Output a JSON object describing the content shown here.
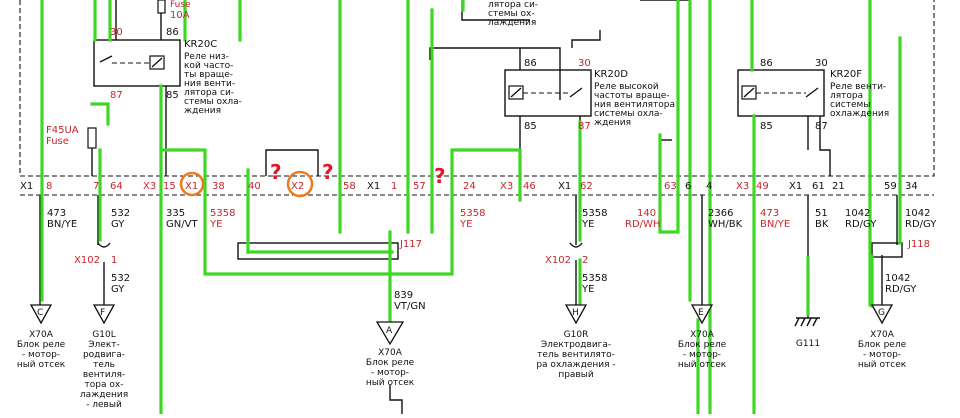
{
  "fuse_top": {
    "label": "Fuse",
    "rating": "10A"
  },
  "fuse_f45": {
    "id": "F45UA",
    "label": "Fuse"
  },
  "relay_c": {
    "pin_a": "30",
    "pin_b": "86",
    "pin_c": "87",
    "pin_d": "85",
    "id": "KR20C",
    "desc": [
      "Реле низ-",
      "кой часто-",
      "ты враще-",
      "ния венти-",
      "лятора си-",
      "стемы охла-",
      "ждения"
    ]
  },
  "relay_d": {
    "pin_a": "86",
    "pin_b": "30",
    "pin_c": "85",
    "pin_d": "87",
    "id": "KR20D",
    "desc": [
      "Реле высокой",
      "частоты враще-",
      "ния вентилятора",
      "системы охла-",
      "ждения"
    ]
  },
  "relay_f": {
    "pin_a": "86",
    "pin_b": "30",
    "pin_c": "85",
    "pin_d": "87",
    "id": "KR20F",
    "desc": [
      "Реле венти-",
      "лятора",
      "системы",
      "охлаждения"
    ]
  },
  "top_note": [
    "лятора си-",
    "стемы ох-",
    "лаждения"
  ],
  "connector_row": [
    "X1",
    "8",
    "7",
    "64",
    "X3",
    "15",
    "X1",
    "38",
    "40",
    "X2",
    "58",
    "X1",
    "1",
    "57",
    "24",
    "X3",
    "46",
    "X1",
    "62",
    "63",
    "6",
    "4",
    "X3",
    "49",
    "X1",
    "61",
    "21",
    "59",
    "34"
  ],
  "wires": [
    {
      "num": "473",
      "color": "BN/YE"
    },
    {
      "num": "532",
      "color": "GY"
    },
    {
      "num": "335",
      "color": "GN/VT"
    },
    {
      "num": "5358",
      "color": "YE"
    },
    {
      "num": "5358",
      "color": "YE"
    },
    {
      "num": "5358",
      "color": "YE"
    },
    {
      "num": "140",
      "color": "RD/WH"
    },
    {
      "num": "2366",
      "color": "WH/BK"
    },
    {
      "num": "473",
      "color": "BN/YE"
    },
    {
      "num": "51",
      "color": "BK"
    },
    {
      "num": "1042",
      "color": "RD/GY"
    },
    {
      "num": "1042",
      "color": "RD/GY"
    }
  ],
  "x102_left": {
    "id": "X102",
    "pin": "1",
    "wire_num": "532",
    "wire_color": "GY"
  },
  "x102_right": {
    "id": "X102",
    "pin": "2",
    "wire_num": "5358",
    "wire_color": "YE"
  },
  "splices": {
    "j117": "J117",
    "j118": "J118"
  },
  "wire_839": {
    "num": "839",
    "color": "VT/GN"
  },
  "wire_1042_low": {
    "num": "1042",
    "color": "RD/GY"
  },
  "question_mark": "?",
  "markers": {
    "C": "C",
    "F": "F",
    "A": "A",
    "H": "H",
    "E": "E",
    "G": "G"
  },
  "components": {
    "x70a_c": [
      "X70A",
      "Блок реле",
      "- мотор-",
      "ный отсек"
    ],
    "g10l": [
      "G10L",
      "Элект-",
      "родвига-",
      "тель",
      "вентиля-",
      "тора ох-",
      "лаждения",
      "- левый"
    ],
    "x70a_a": [
      "X70A",
      "Блок реле",
      "- мотор-",
      "ный отсек"
    ],
    "g10r": [
      "G10R",
      "Электродвига-",
      "тель вентилято-",
      "ра охлаждения -",
      "правый"
    ],
    "x70a_e": [
      "X70A",
      "Блок реле",
      "- мотор-",
      "ный отсек"
    ],
    "g111": "G111",
    "x70a_g": [
      "X70A",
      "Блок реле",
      "- мотор-",
      "ный отсек"
    ]
  },
  "colors": {
    "highlight_wire": "#3ed824",
    "label_red": "#c4262e",
    "question": "#e0192a",
    "circle": "#ee7a1f"
  }
}
